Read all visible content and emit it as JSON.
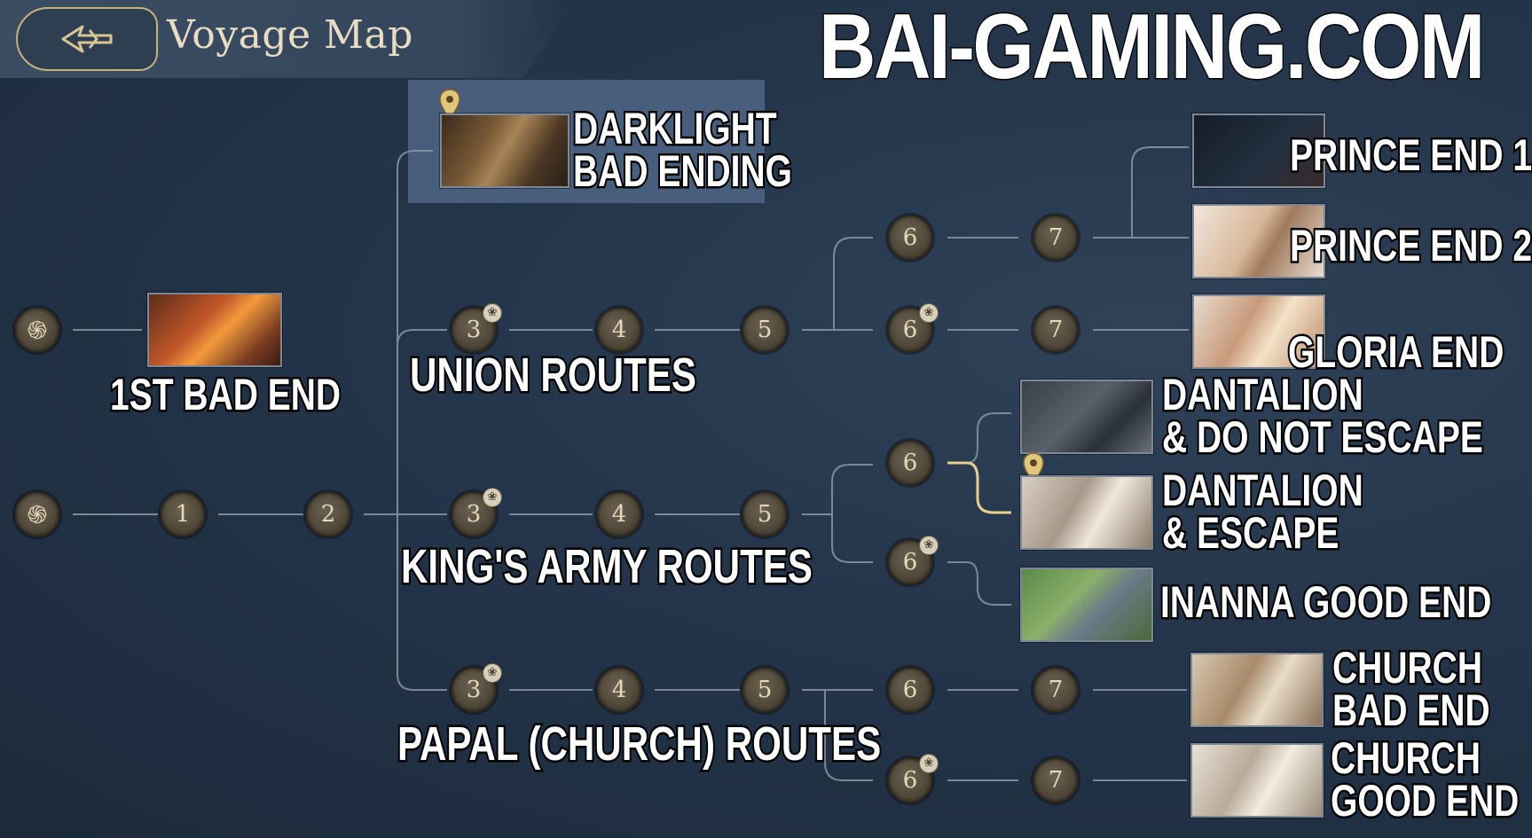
{
  "header": {
    "title": "Voyage Map",
    "back_icon": "back-arrow-icon",
    "accent_color": "#c9b07c"
  },
  "watermark": "BAI-GAMING.COM",
  "nodes": {
    "start_top": "start-swirl-icon",
    "start_bottom": "start-swirl-icon",
    "n1": "1",
    "n2": "2",
    "union": {
      "n3": "3",
      "n4": "4",
      "n5": "5",
      "n6a": "6",
      "n7a": "7",
      "n6b": "6",
      "n7b": "7"
    },
    "kings": {
      "n3": "3",
      "n4": "4",
      "n5": "5",
      "n6a": "6",
      "n6b": "6"
    },
    "papal": {
      "n3": "3",
      "n4": "4",
      "n5": "5",
      "n6a": "6",
      "n7a": "7",
      "n6b": "6",
      "n7b": "7"
    }
  },
  "routes": {
    "union": "UNION ROUTES",
    "kings_army": "KING'S ARMY ROUTES",
    "papal": "PAPAL (CHURCH) ROUTES"
  },
  "endings": {
    "first_bad": "1ST BAD END",
    "darklight_line1": "DARKLIGHT",
    "darklight_line2": "BAD ENDING",
    "prince1": "PRINCE END 1",
    "prince2": "PRINCE END 2",
    "gloria": "GLORIA END",
    "dantalion_no_line1": "DANTALION",
    "dantalion_no_line2": "& DO NOT ESCAPE",
    "dantalion_yes_line1": "DANTALION",
    "dantalion_yes_line2": "& ESCAPE",
    "inanna": "INANNA GOOD END",
    "church_bad_line1": "CHURCH",
    "church_bad_line2": "BAD END",
    "church_good_line1": "CHURCH",
    "church_good_line2": "GOOD END"
  },
  "icons": {
    "node_badge": "paw-badge-icon",
    "location_pin": "location-pin-icon"
  }
}
